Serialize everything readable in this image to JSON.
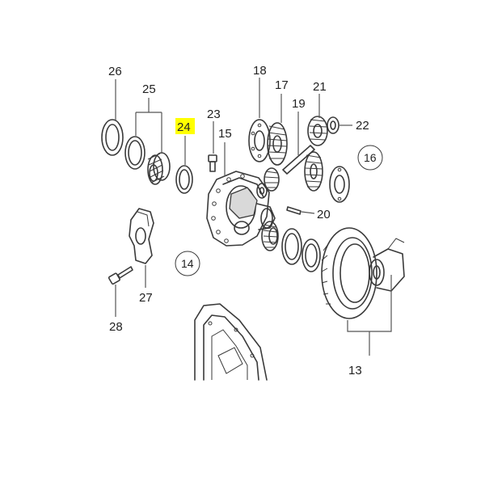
{
  "callouts": {
    "c26": "26",
    "c25": "25",
    "c24": "24",
    "c23": "23",
    "c15": "15",
    "c18": "18",
    "c17": "17",
    "c19": "19",
    "c21": "21",
    "c22": "22",
    "c16": "16",
    "c20": "20",
    "c14": "14",
    "c27": "27",
    "c28": "28",
    "c13": "13"
  },
  "highlight": {
    "part": "24",
    "color": "#ffff00"
  }
}
